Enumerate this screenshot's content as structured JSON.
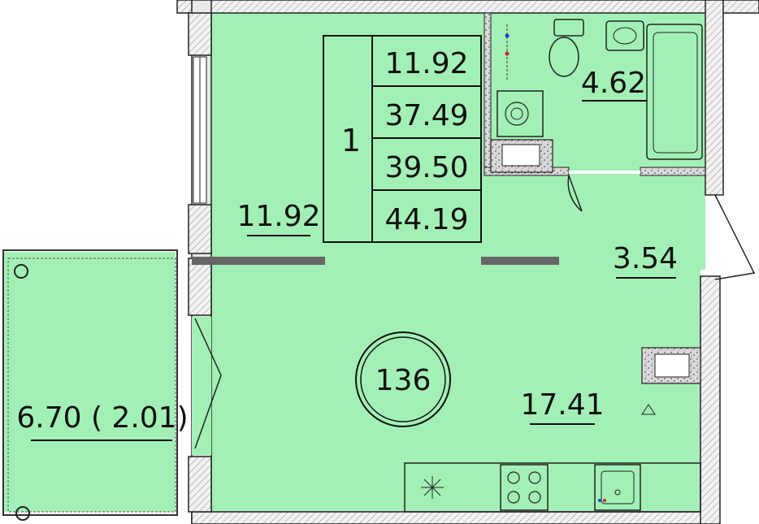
{
  "apartment": {
    "number": "136",
    "rooms_count": "1",
    "areas_table": [
      "11.92",
      "37.49",
      "39.50",
      "44.19"
    ]
  },
  "rooms": {
    "bedroom_area": "11.92",
    "bathroom_area": "4.62",
    "hallway_area": "3.54",
    "living_kitchen_area": "17.41",
    "balcony_area": "6.70 ( 2.01)"
  },
  "colors": {
    "floor": "#a3f0b6",
    "wall": "#e8e8e8",
    "outline": "#222222"
  }
}
